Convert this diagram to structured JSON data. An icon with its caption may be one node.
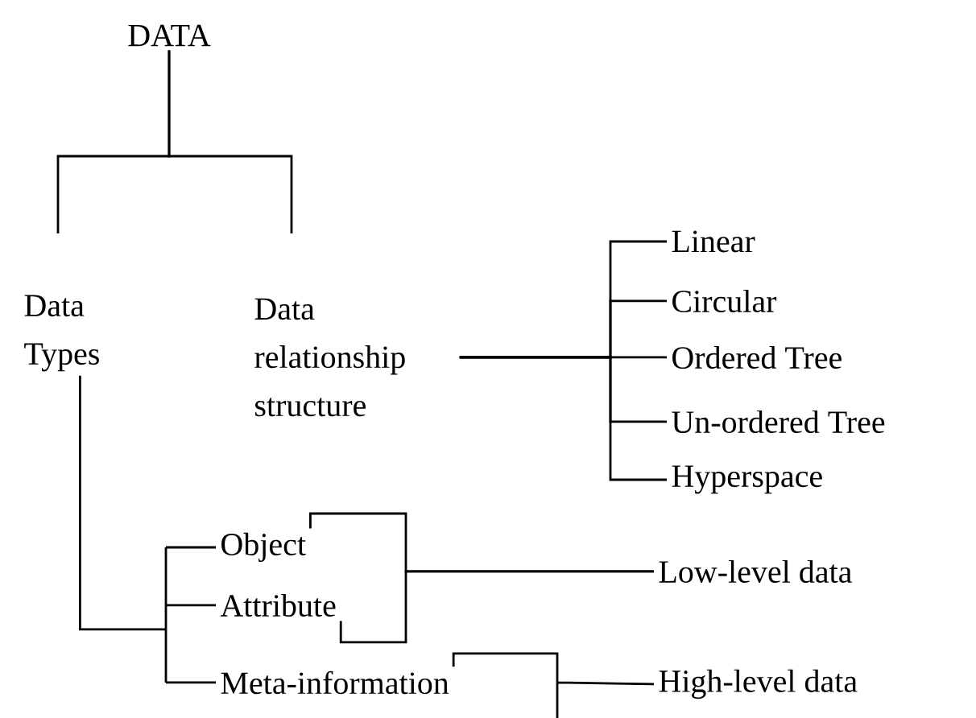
{
  "diagram": {
    "nodes": [
      {
        "text": [
          "DATA"
        ]
      },
      {
        "text": [
          "Data Types"
        ]
      },
      {
        "text": [
          "Data relationship structure"
        ]
      },
      {
        "text": [
          "Linear"
        ]
      },
      {
        "text": [
          "Circular"
        ]
      },
      {
        "text": [
          "Ordered Tree"
        ]
      },
      {
        "text": [
          "Un-ordered Tree"
        ]
      },
      {
        "text": [
          "Hyperspace"
        ]
      },
      {
        "text": [
          "Object"
        ]
      },
      {
        "text": [
          "Attribute"
        ]
      },
      {
        "text": [
          "Meta-information"
        ]
      },
      {
        "text": [
          "Low-level data"
        ]
      },
      {
        "text": [
          "High-level data"
        ]
      }
    ],
    "edges": [
      {
        "from": 0,
        "to": 1,
        "arrow": "none"
      },
      {
        "from": 0,
        "to": 2,
        "arrow": "none"
      },
      {
        "from": 2,
        "to": 3,
        "arrow": "none"
      },
      {
        "from": 2,
        "to": 4,
        "arrow": "none"
      },
      {
        "from": 2,
        "to": 5,
        "arrow": "none"
      },
      {
        "from": 2,
        "to": 6,
        "arrow": "none"
      },
      {
        "from": 2,
        "to": 7,
        "arrow": "none"
      },
      {
        "from": 1,
        "to": 8,
        "arrow": "none"
      },
      {
        "from": 1,
        "to": 9,
        "arrow": "none"
      },
      {
        "from": 1,
        "to": 10,
        "arrow": "none"
      },
      {
        "from": 8,
        "to": 11,
        "arrow": "none"
      },
      {
        "from": 9,
        "to": 11,
        "arrow": "none"
      },
      {
        "from": 10,
        "to": 12,
        "arrow": "none"
      }
    ]
  }
}
